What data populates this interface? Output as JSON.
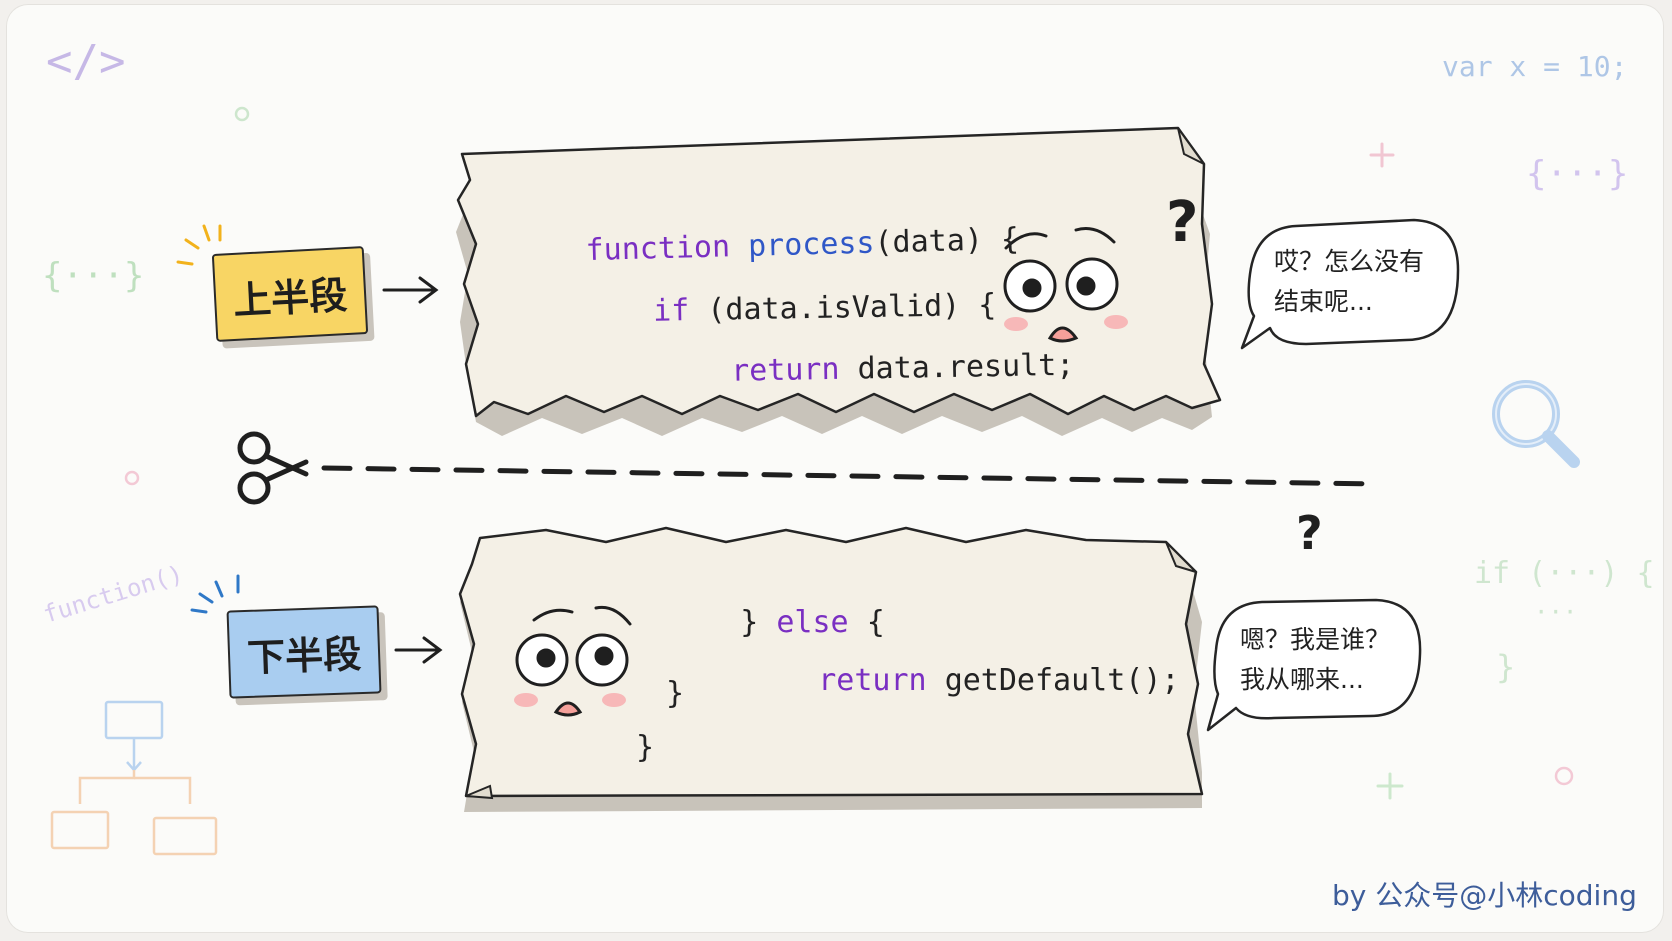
{
  "labels": {
    "top": "上半段",
    "bottom": "下半段"
  },
  "top_code": {
    "line1": {
      "kw": "function",
      "fn": "process",
      "rest": "(data) {"
    },
    "line2": {
      "kw": "if",
      "rest": "(data.isValid) {"
    },
    "line3": {
      "kw": "return",
      "rest": "data.result;"
    }
  },
  "bottom_code": {
    "line1": {
      "brace": "}",
      "kw": "else",
      "rest": "{"
    },
    "line2": {
      "kw": "return",
      "rest": "getDefault();"
    },
    "line3": "}",
    "line4": "}"
  },
  "bubbles": {
    "top": [
      "哎？怎么没有",
      "结束呢..."
    ],
    "bottom": [
      "嗯？我是谁？",
      "我从哪来..."
    ]
  },
  "question_marks": [
    "?",
    "?"
  ],
  "decorations": {
    "tag": "</>",
    "var_snippet": "var x = 10;",
    "braces": "{···}",
    "function_call": "function()",
    "if_snippet": "if (···) {",
    "ellipsis": "···",
    "close_brace": "}"
  },
  "credit": "by 公众号@小林coding",
  "colors": {
    "keyword_purple": "#7a2fc2",
    "keyword_blue": "#2f57c7",
    "label_yellow": "#f8d564",
    "label_blue": "#a9cdf0",
    "paper": "#f4f0e6",
    "credit_blue": "#3d5d9a"
  }
}
